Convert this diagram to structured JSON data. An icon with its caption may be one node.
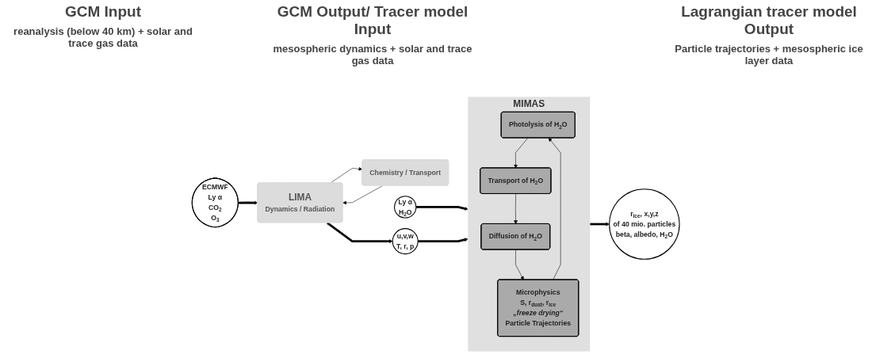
{
  "diagram": {
    "nodes": [
      {
        "text": [
          "ECMWF",
          "Ly α",
          "CO$_{2}$",
          "O$_{3}$"
        ]
      },
      {
        "text": [
          "Chemistry / Transport"
        ]
      },
      {
        "text": [
          "LIMA",
          "Dynamics / Radiation"
        ]
      },
      {
        "text": [
          "Ly α",
          "H$_{2}$O"
        ]
      },
      {
        "text": [
          "u,v,w",
          "T, r, p"
        ]
      },
      {
        "text": [
          "MIMAS"
        ]
      },
      {
        "text": [
          "Photolysis of H$_{2}$O"
        ],
        "in": 5
      },
      {
        "text": [
          "Transport of H$_{2}$O"
        ],
        "in": 5
      },
      {
        "text": [
          "Diffusion of H$_{2}$O"
        ],
        "in": 5
      },
      {
        "text": [
          "Microphysics",
          "S, r$_{dust}$, r$_{ice}$",
          "„freeze drying“",
          "Particle Trajectories"
        ],
        "in": 5
      },
      {
        "text": [
          "r$_{ice}$, x,y,z",
          "of 40 mio. particles",
          "beta, albedo, H$_{2}$O"
        ]
      }
    ],
    "edges": [
      {
        "from": 0,
        "to": 2,
        "arrow": "to",
        "style": "thick"
      },
      {
        "from": 2,
        "to": 1,
        "arrow": "to"
      },
      {
        "from": 1,
        "to": 2,
        "arrow": "to"
      },
      {
        "from": 2,
        "to": 4,
        "arrow": "to",
        "style": "thick"
      },
      {
        "from": 3,
        "to": 5,
        "arrow": "to",
        "style": "thick"
      },
      {
        "from": 4,
        "to": 5,
        "arrow": "to",
        "style": "thick"
      },
      {
        "from": 6,
        "to": 7,
        "arrow": "to"
      },
      {
        "from": 7,
        "to": 8,
        "arrow": "to"
      },
      {
        "from": 8,
        "to": 9,
        "arrow": "to"
      },
      {
        "from": 9,
        "to": 6,
        "arrow": "to"
      },
      {
        "from": 5,
        "to": 10,
        "arrow": "to",
        "style": "thick"
      }
    ],
    "labels": [
      "GCM Input",
      "reanalysis (below 40 km) + solar and trace gas data",
      "GCM Output/ Tracer model Input",
      "mesospheric dynamics + solar and trace gas data",
      "Lagrangian tracer model Output",
      "Particle trajectories + mesospheric ice layer data"
    ]
  }
}
